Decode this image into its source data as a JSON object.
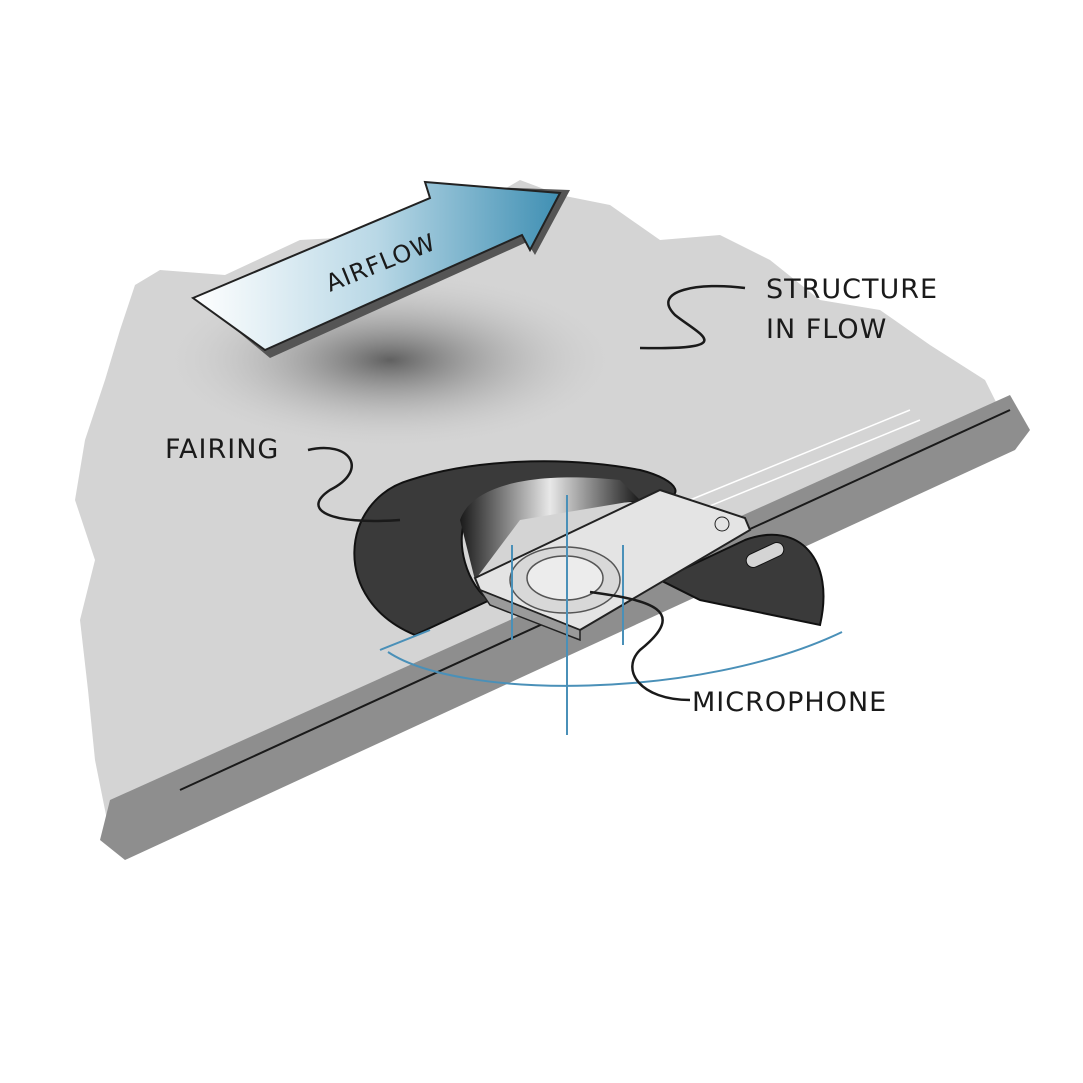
{
  "title": "Microphone in fairing on structure in flow",
  "labels": {
    "airflow": "AIRFLOW",
    "structure_line1": "STRUCTURE",
    "structure_line2": "IN FLOW",
    "fairing": "FAIRING",
    "microphone": "MICROPHONE"
  },
  "colors": {
    "surface": "#d4d4d4",
    "edge": "#8e8e8e",
    "fairing": "#3a3a3a",
    "axes": "#4a90b8",
    "arrow_start": "#ffffff",
    "arrow_end": "#3f8fb3"
  }
}
